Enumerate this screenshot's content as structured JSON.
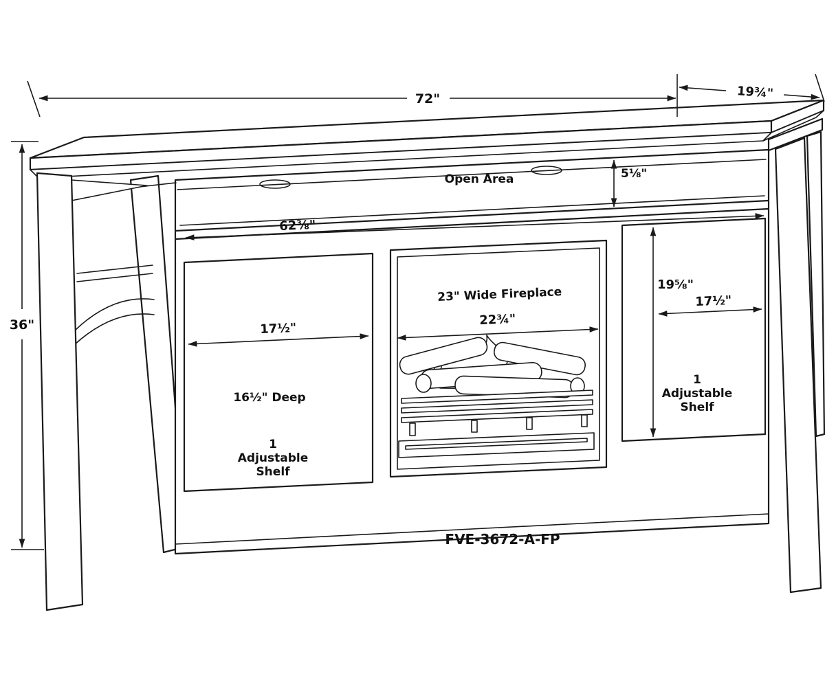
{
  "model": "FVE-3672-A-FP",
  "labels": {
    "overall_width": "72\"",
    "overall_depth": "19¾\"",
    "overall_height": "36\"",
    "open_area": "Open Area",
    "open_area_height": "5⅛\"",
    "open_area_width": "62⅜\"",
    "left_opening_width": "17½\"",
    "left_opening_depth": "16½\" Deep",
    "left_shelf": [
      "1",
      "Adjustable",
      "Shelf"
    ],
    "fireplace_width": "23\" Wide Fireplace",
    "fireplace_opening_width": "22¾\"",
    "right_opening_height": "19⅝\"",
    "right_opening_width": "17½\"",
    "right_shelf": [
      "1",
      "Adjustable",
      "Shelf"
    ]
  },
  "colors": {
    "line": "#1a1a1a",
    "background": "#ffffff"
  }
}
